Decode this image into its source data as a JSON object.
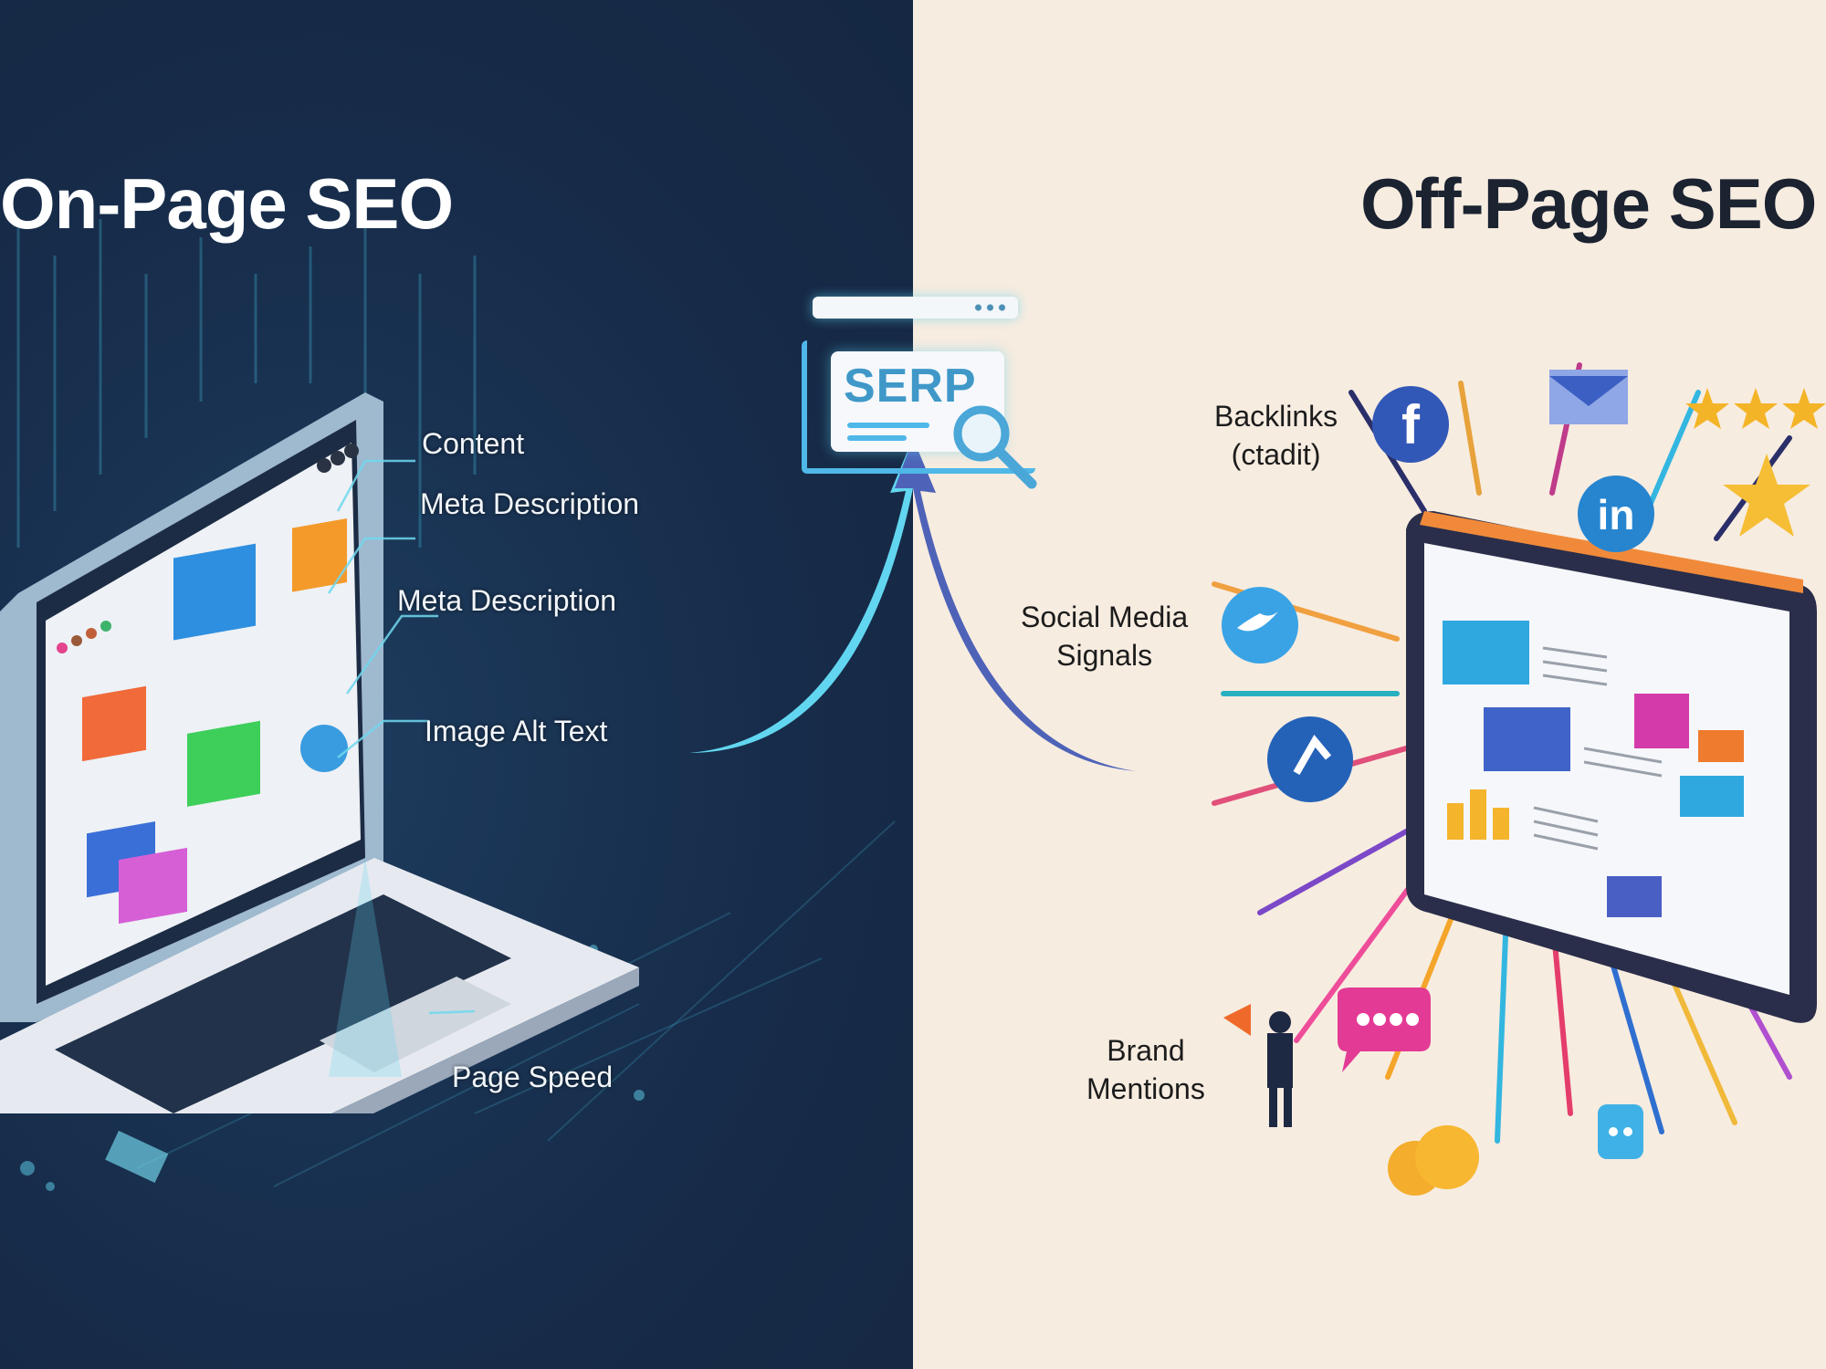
{
  "left_panel": {
    "title": "On-Page SEO",
    "background": "#162a48",
    "labels": [
      {
        "text": "Content"
      },
      {
        "text": "Meta Description"
      },
      {
        "text": "Meta Description"
      },
      {
        "text": "Image Alt Text"
      },
      {
        "text": "Page Speed"
      }
    ],
    "illustration": "laptop-icon",
    "accent": "#5fd4ee"
  },
  "center": {
    "badge_text": "SERP",
    "badge_icon": "magnifier-icon",
    "left_arrow_color": "#62d6f0",
    "right_arrow_color": "#4e63b8"
  },
  "right_panel": {
    "title": "Off-Page SEO",
    "background": "#f7ece0",
    "labels": [
      {
        "line1": "Backlinks",
        "line2": "(ctadit)"
      },
      {
        "line1": "Social Media",
        "line2": "Signals"
      },
      {
        "line1": "Brand",
        "line2": "Mentions"
      }
    ],
    "icons": [
      "facebook-icon",
      "linkedin-icon",
      "twitter-icon",
      "music-note-icon",
      "email-icon",
      "star-icon",
      "chat-bubble-icon",
      "megaphone-person-icon",
      "cloud-icon",
      "robot-icon"
    ],
    "illustration": "tablet-icon"
  }
}
